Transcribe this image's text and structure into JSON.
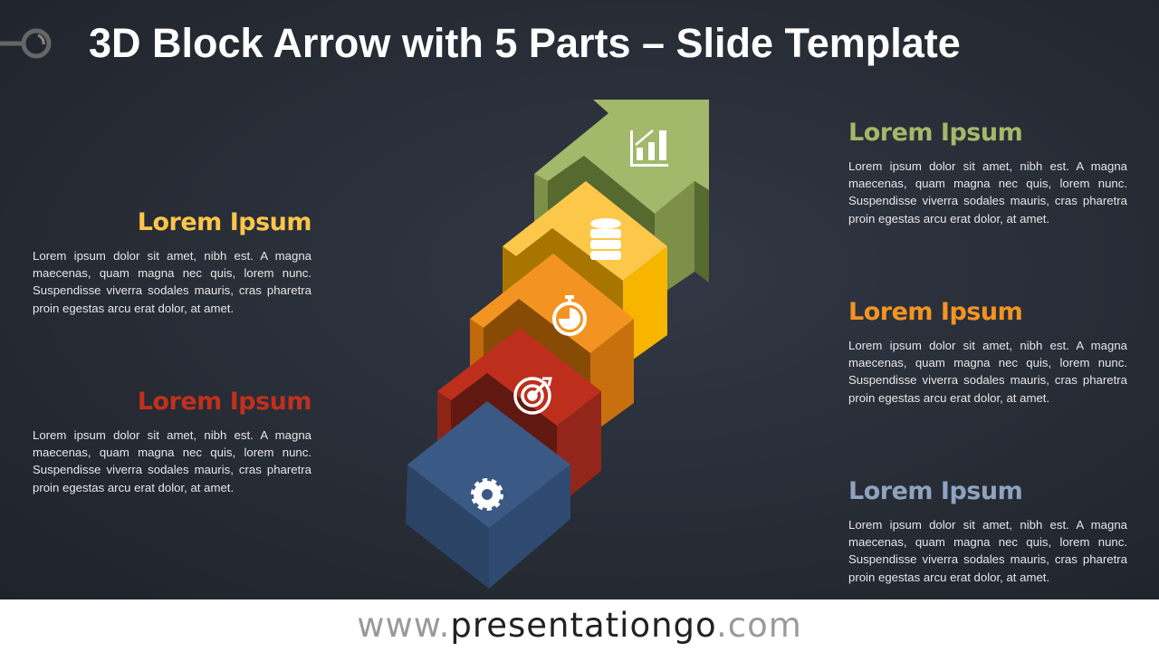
{
  "title": "3D Block Arrow with 5 Parts – Slide Template",
  "items": [
    {
      "heading": "Lorem Ipsum",
      "color": "#a2b86a",
      "icon": "bar-chart-icon",
      "text": "Lorem ipsum dolor sit amet, nibh est. A magna maecenas, quam magna nec quis, lorem nunc. Suspendisse viverra sodales mauris, cras pharetra proin egestas arcu erat dolor, at amet."
    },
    {
      "heading": "Lorem Ipsum",
      "color": "#fbc64a",
      "icon": "database-icon",
      "text": "Lorem ipsum dolor sit amet, nibh est. A magna maecenas, quam magna nec quis, lorem nunc. Suspendisse viverra sodales mauris, cras pharetra proin egestas arcu erat dolor, at amet."
    },
    {
      "heading": "Lorem Ipsum",
      "color": "#f39422",
      "icon": "stopwatch-icon",
      "text": "Lorem ipsum dolor sit amet, nibh est. A magna maecenas, quam magna nec quis, lorem nunc. Suspendisse viverra sodales mauris, cras pharetra proin egestas arcu erat dolor, at amet."
    },
    {
      "heading": "Lorem Ipsum",
      "color": "#c0301d",
      "icon": "target-icon",
      "text": "Lorem ipsum dolor sit amet, nibh est. A magna maecenas, quam magna nec quis, lorem nunc. Suspendisse viverra sodales mauris, cras pharetra proin egestas arcu erat dolor, at amet."
    },
    {
      "heading": "Lorem Ipsum",
      "color": "#8fa3bf",
      "icon": "gear-icon",
      "text": "Lorem ipsum dolor sit amet, nibh est. A magna maecenas, quam magna nec quis, lorem nunc. Suspendisse viverra sodales mauris, cras pharetra proin egestas arcu erat dolor, at amet."
    }
  ],
  "footer": {
    "prefix": "www.",
    "brand": "presentationgo",
    "suffix": ".com"
  }
}
